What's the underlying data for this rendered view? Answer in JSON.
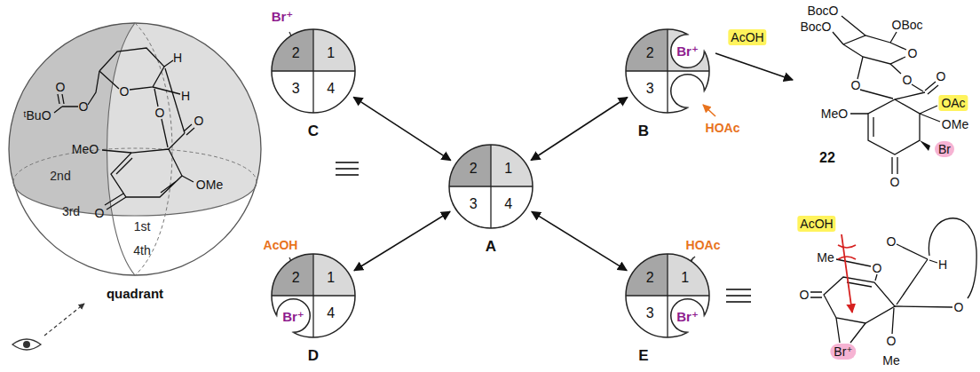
{
  "diagram": {
    "nodes": [
      {
        "text": [
          "2",
          "1",
          "3",
          "4",
          "C"
        ]
      },
      {
        "text": [
          "2",
          "Br⁺",
          "3",
          "B"
        ]
      },
      {
        "text": [
          "2",
          "1",
          "3",
          "4",
          "A"
        ]
      },
      {
        "text": [
          "2",
          "1",
          "Br⁺",
          "4",
          "D"
        ]
      },
      {
        "text": [
          "2",
          "1",
          "3",
          "Br⁺",
          "E"
        ]
      }
    ],
    "edges": [
      {
        "from": 2,
        "to": 0,
        "arrow": "both"
      },
      {
        "from": 2,
        "to": 1,
        "arrow": "both"
      },
      {
        "from": 2,
        "to": 3,
        "arrow": "both"
      },
      {
        "from": 2,
        "to": 4,
        "arrow": "both"
      }
    ],
    "labels": [
      "2nd",
      "ᵗBuO",
      "O",
      "O",
      "O",
      "H",
      "H",
      "O",
      "O",
      "MeO",
      "OMe",
      "3rd",
      "O",
      "1st",
      "4th",
      "quadrant",
      "Br⁺",
      "AcOH",
      "HOAc",
      "AcOH",
      "HOAc",
      "BocO",
      "BocO",
      "OBoc",
      "O",
      "O",
      "O",
      "O",
      "OAc",
      "MeO",
      "OMe",
      "22",
      "Br",
      "O",
      "AcOH",
      "O",
      "Me",
      "H",
      "O",
      "O",
      "O",
      "O",
      "Br⁺",
      "Me"
    ]
  }
}
